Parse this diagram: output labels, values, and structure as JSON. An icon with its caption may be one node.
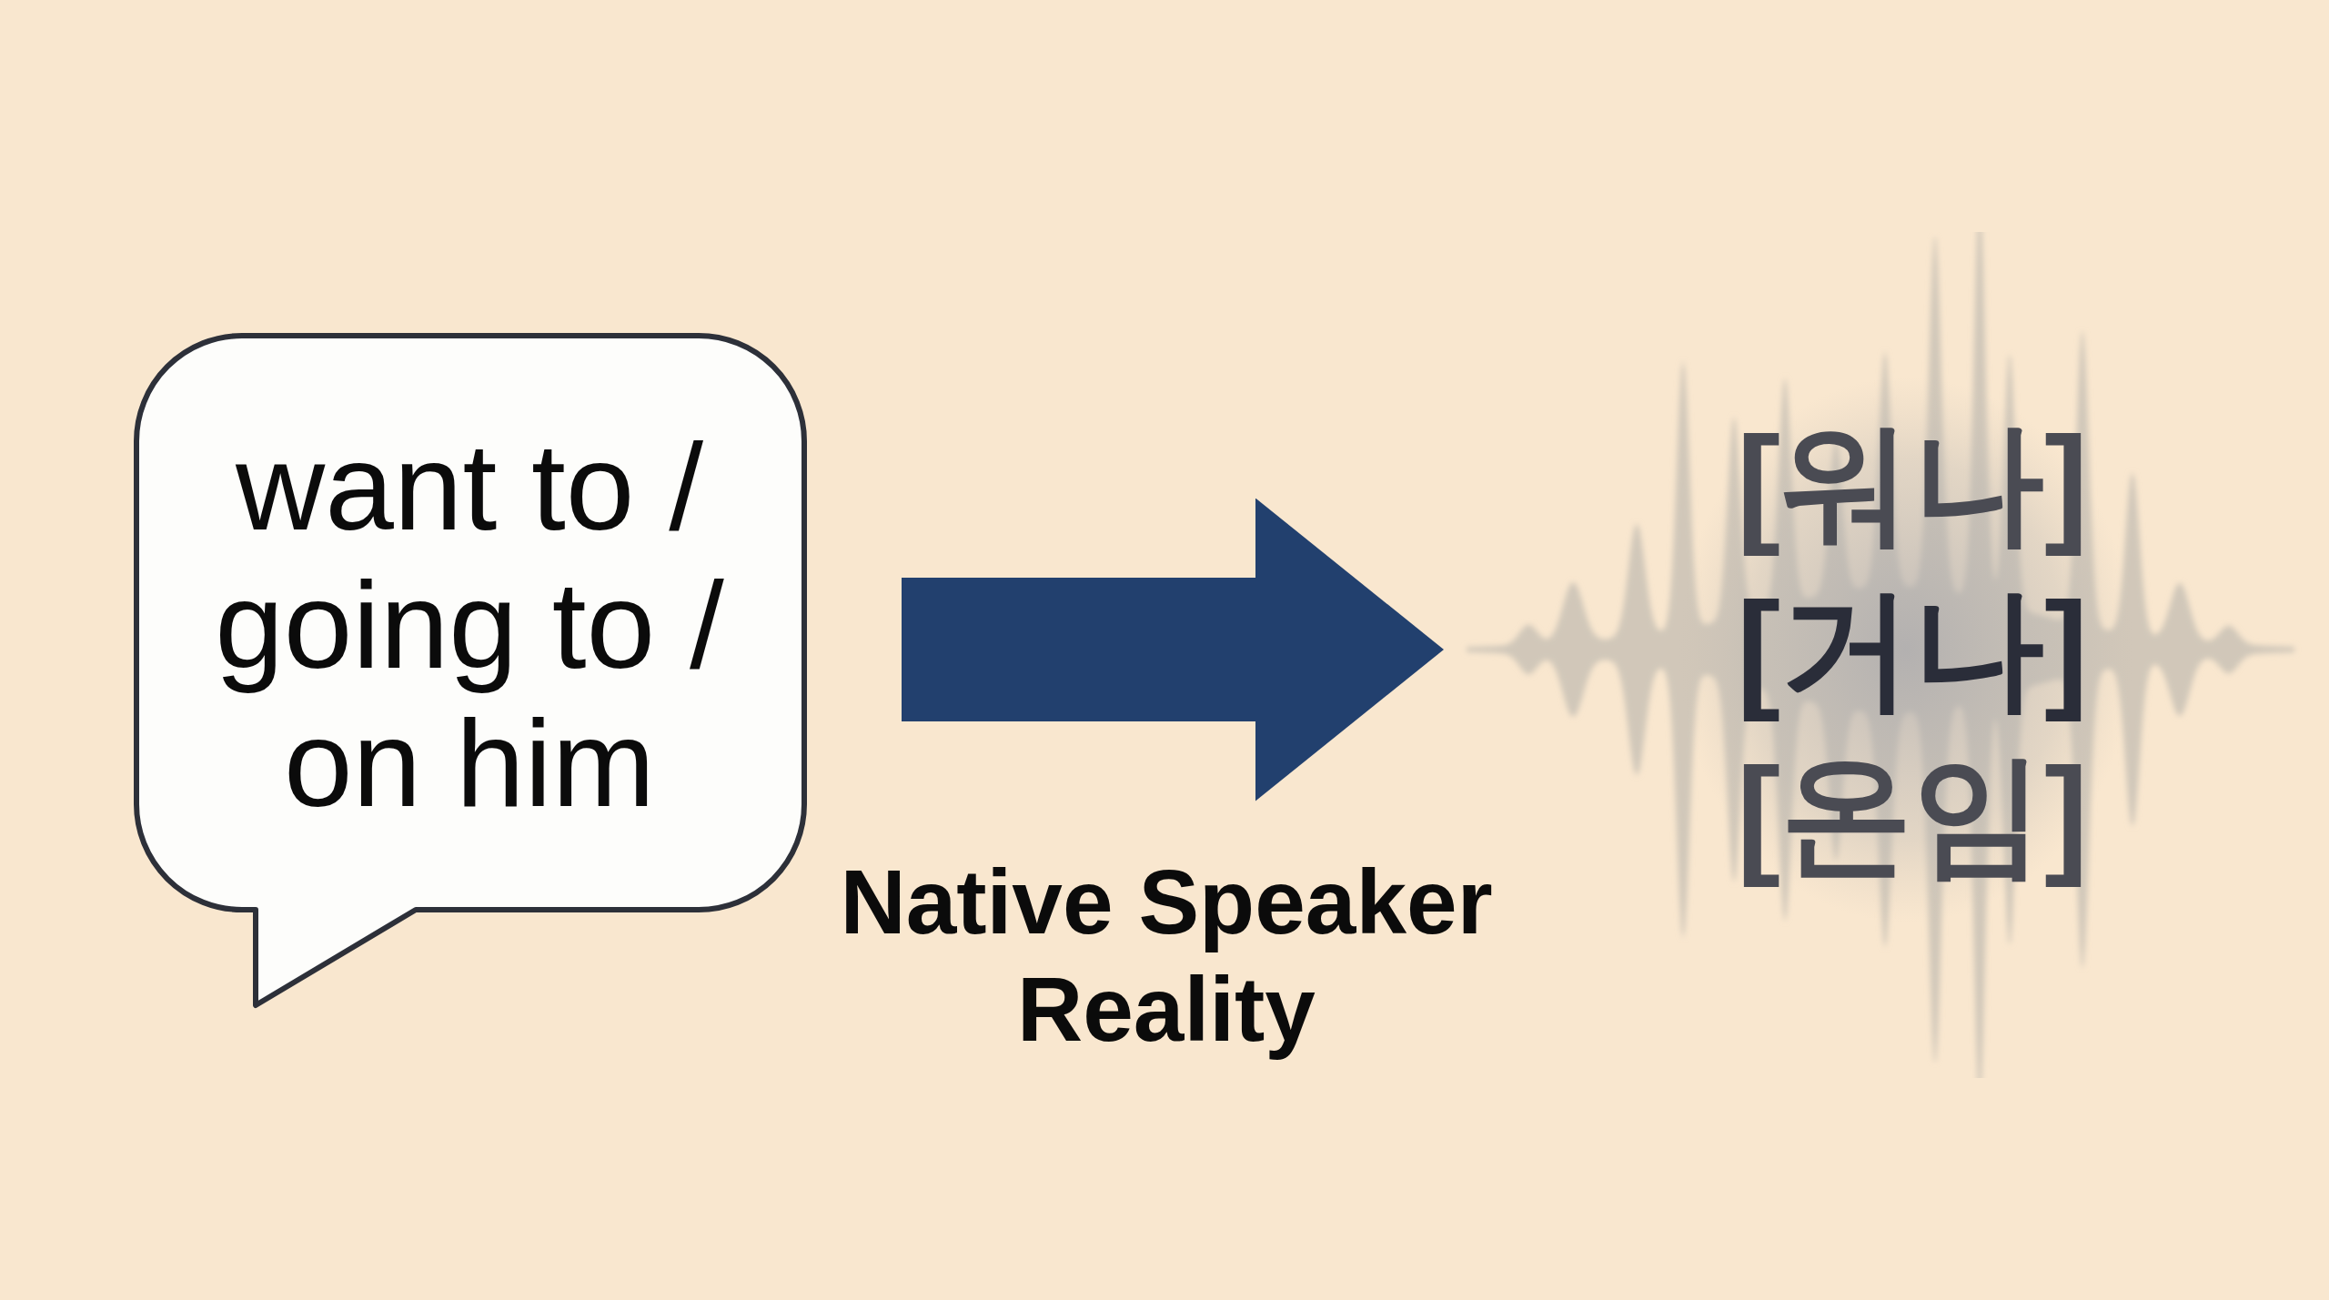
{
  "diagram": {
    "nodes": [
      {
        "text": [
          "want to / going to / on him"
        ]
      },
      {
        "text": [
          "[워나]",
          "[거나]",
          "[온임]"
        ]
      }
    ],
    "edges": [
      {
        "from": 0,
        "to": 1,
        "arrow": "to",
        "label": "Native Speaker Reality"
      }
    ]
  }
}
